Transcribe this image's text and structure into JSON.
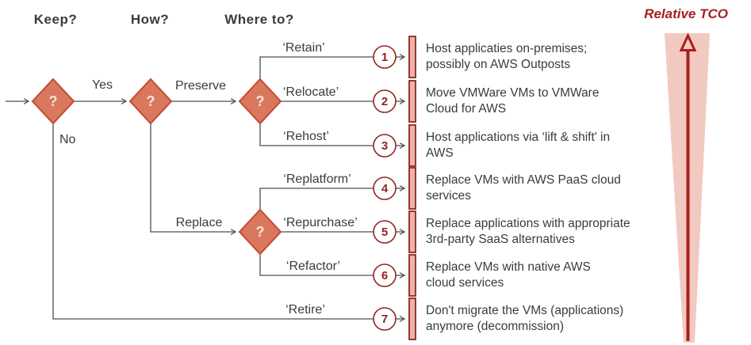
{
  "header": {
    "keep": "Keep?",
    "how": "How?",
    "where_to": "Where to?"
  },
  "tco": {
    "label": "Relative TCO"
  },
  "decision": {
    "question_mark": "?"
  },
  "branches": {
    "yes": "Yes",
    "no": "No",
    "preserve": "Preserve",
    "replace": "Replace"
  },
  "rows": [
    {
      "num": "1",
      "strategy": "‘Retain’",
      "desc_line1": "Host applicaties on-premises;",
      "desc_line2": "possibly on AWS Outposts"
    },
    {
      "num": "2",
      "strategy": "‘Relocate’",
      "desc_line1": "Move VMWare VMs to VMWare",
      "desc_line2": "Cloud for AWS"
    },
    {
      "num": "3",
      "strategy": "‘Rehost’",
      "desc_line1": "Host applications via ‘lift & shift' in",
      "desc_line2": "AWS"
    },
    {
      "num": "4",
      "strategy": "‘Replatform’",
      "desc_line1": "Replace VMs with AWS PaaS cloud",
      "desc_line2": "services"
    },
    {
      "num": "5",
      "strategy": "‘Repurchase’",
      "desc_line1": "Replace applications with appropriate",
      "desc_line2": "3rd-party SaaS alternatives"
    },
    {
      "num": "6",
      "strategy": "‘Refactor’",
      "desc_line1": "Replace VMs with native AWS",
      "desc_line2": "cloud services"
    },
    {
      "num": "7",
      "strategy": "‘Retire’",
      "desc_line1": "Don't migrate the VMs (applications)",
      "desc_line2": "anymore (decommission)"
    }
  ],
  "colors": {
    "diamond_fill": "#d9785f",
    "diamond_stroke": "#c34a32",
    "dark_red": "#8f2620",
    "bar_fill": "#edb4a9",
    "funnel_fill": "#f2c9c0",
    "arrow_red": "#a81e1c",
    "line_gray": "#4d4d4d",
    "text_dark": "#3b3b3b"
  }
}
